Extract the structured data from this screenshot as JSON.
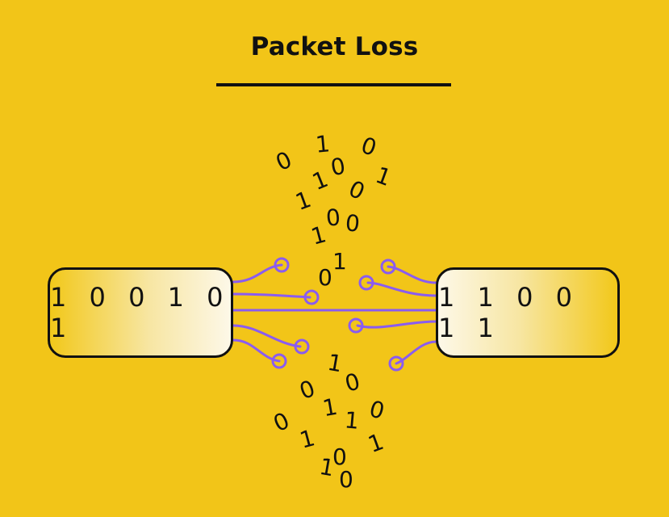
{
  "title": "Packet Loss",
  "colors": {
    "background": "#F2C518",
    "ink": "#111111",
    "wire": "#8A5CF0",
    "node_light": "#FDF8E8"
  },
  "left_node": {
    "label": "1 0 0 1 0 1"
  },
  "right_node": {
    "label": "1 1 0 0 1 1"
  },
  "bits_top": [
    "0",
    "1",
    "0",
    "1",
    "1",
    "0",
    "0",
    "1",
    "1",
    "0",
    "0",
    "1",
    "0"
  ],
  "bits_bottom": [
    "1",
    "0",
    "0",
    "1",
    "1",
    "0",
    "0",
    "1",
    "0",
    "1",
    "0",
    "1"
  ]
}
